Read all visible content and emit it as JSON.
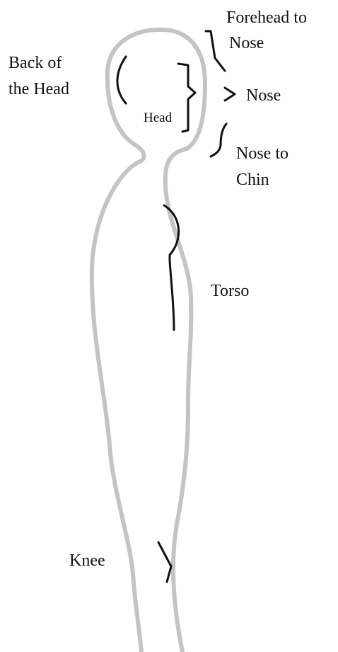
{
  "labels": {
    "forehead_to_nose": [
      "Forehead to",
      "Nose"
    ],
    "back_of_head": [
      "Back of",
      "the Head"
    ],
    "nose": "Nose",
    "head": "Head",
    "nose_to_chin": [
      "Nose to",
      "Chin"
    ],
    "torso": "Torso",
    "knee": "Knee"
  },
  "colors": {
    "outline": "#c4c4c4",
    "marks": "#111111",
    "text": "#111111",
    "background": "#ffffff"
  }
}
